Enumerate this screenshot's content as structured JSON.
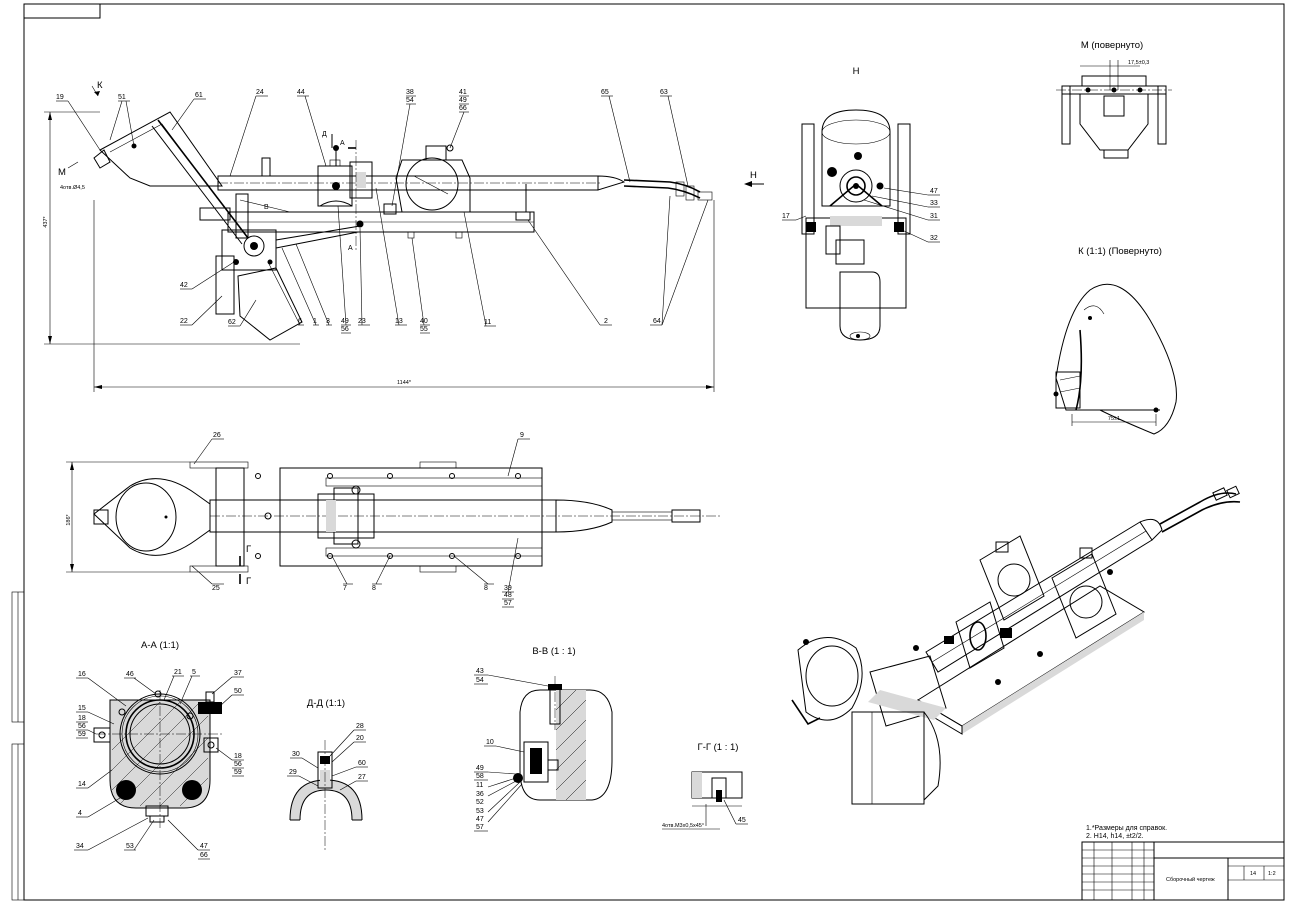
{
  "views": {
    "main_side": {
      "markers": {
        "k": "К",
        "m": "М",
        "d": "Д",
        "a_top": "А",
        "a_bottom": "А",
        "v": "В"
      },
      "leaders_top": [
        "19",
        "51",
        "61",
        "24",
        "44",
        "38",
        "54",
        "41",
        "49",
        "66",
        "65",
        "63"
      ],
      "leaders_bottom": [
        "42",
        "22",
        "62",
        "6",
        "1",
        "3",
        "49",
        "56",
        "23",
        "13",
        "40",
        "55",
        "11",
        "2",
        "64"
      ],
      "dimension_total": "1144*",
      "dimension_height": "437*",
      "note_holes": "4отв.Ø4,5",
      "arrow_h": "Н"
    },
    "main_top": {
      "leaders": [
        "26",
        "9",
        "25",
        "7",
        "8",
        "8",
        "39",
        "48",
        "57"
      ],
      "marker_g_top": "Г",
      "marker_g_bottom": "Г",
      "dimension_width": "186*"
    },
    "view_h": {
      "title": "Н",
      "leaders": [
        "17",
        "47",
        "33",
        "31",
        "32"
      ]
    },
    "view_m": {
      "title": "М (повернуто)",
      "dimension": "17,5±0,3"
    },
    "view_k": {
      "title": "К (1:1) (Повернуто)",
      "dimension": "75±1"
    },
    "section_aa": {
      "title": "А-А (1:1)",
      "leaders": [
        "16",
        "46",
        "21",
        "5",
        "37",
        "50",
        "15",
        "18",
        "56",
        "59",
        "18",
        "56",
        "59",
        "14",
        "4",
        "34",
        "53",
        "47",
        "66"
      ]
    },
    "section_dd": {
      "title": "Д-Д (1:1)",
      "leaders": [
        "28",
        "20",
        "30",
        "60",
        "29",
        "27"
      ]
    },
    "section_vv": {
      "title": "В-В  (1 : 1)",
      "leaders": [
        "43",
        "54",
        "10",
        "49",
        "58",
        "11",
        "36",
        "52",
        "53",
        "47",
        "57"
      ]
    },
    "section_gg": {
      "title": "Г-Г  (1 : 1)",
      "leaders": [
        "45"
      ],
      "note": "4отв.М3х0,5х45°"
    }
  },
  "notes": [
    "1.*Размеры для справок.",
    "2. Н14, h14, ±t2/2."
  ],
  "title_block": {
    "name": "Сборочный чертеж",
    "scale": "1:2",
    "sheet": "14"
  }
}
